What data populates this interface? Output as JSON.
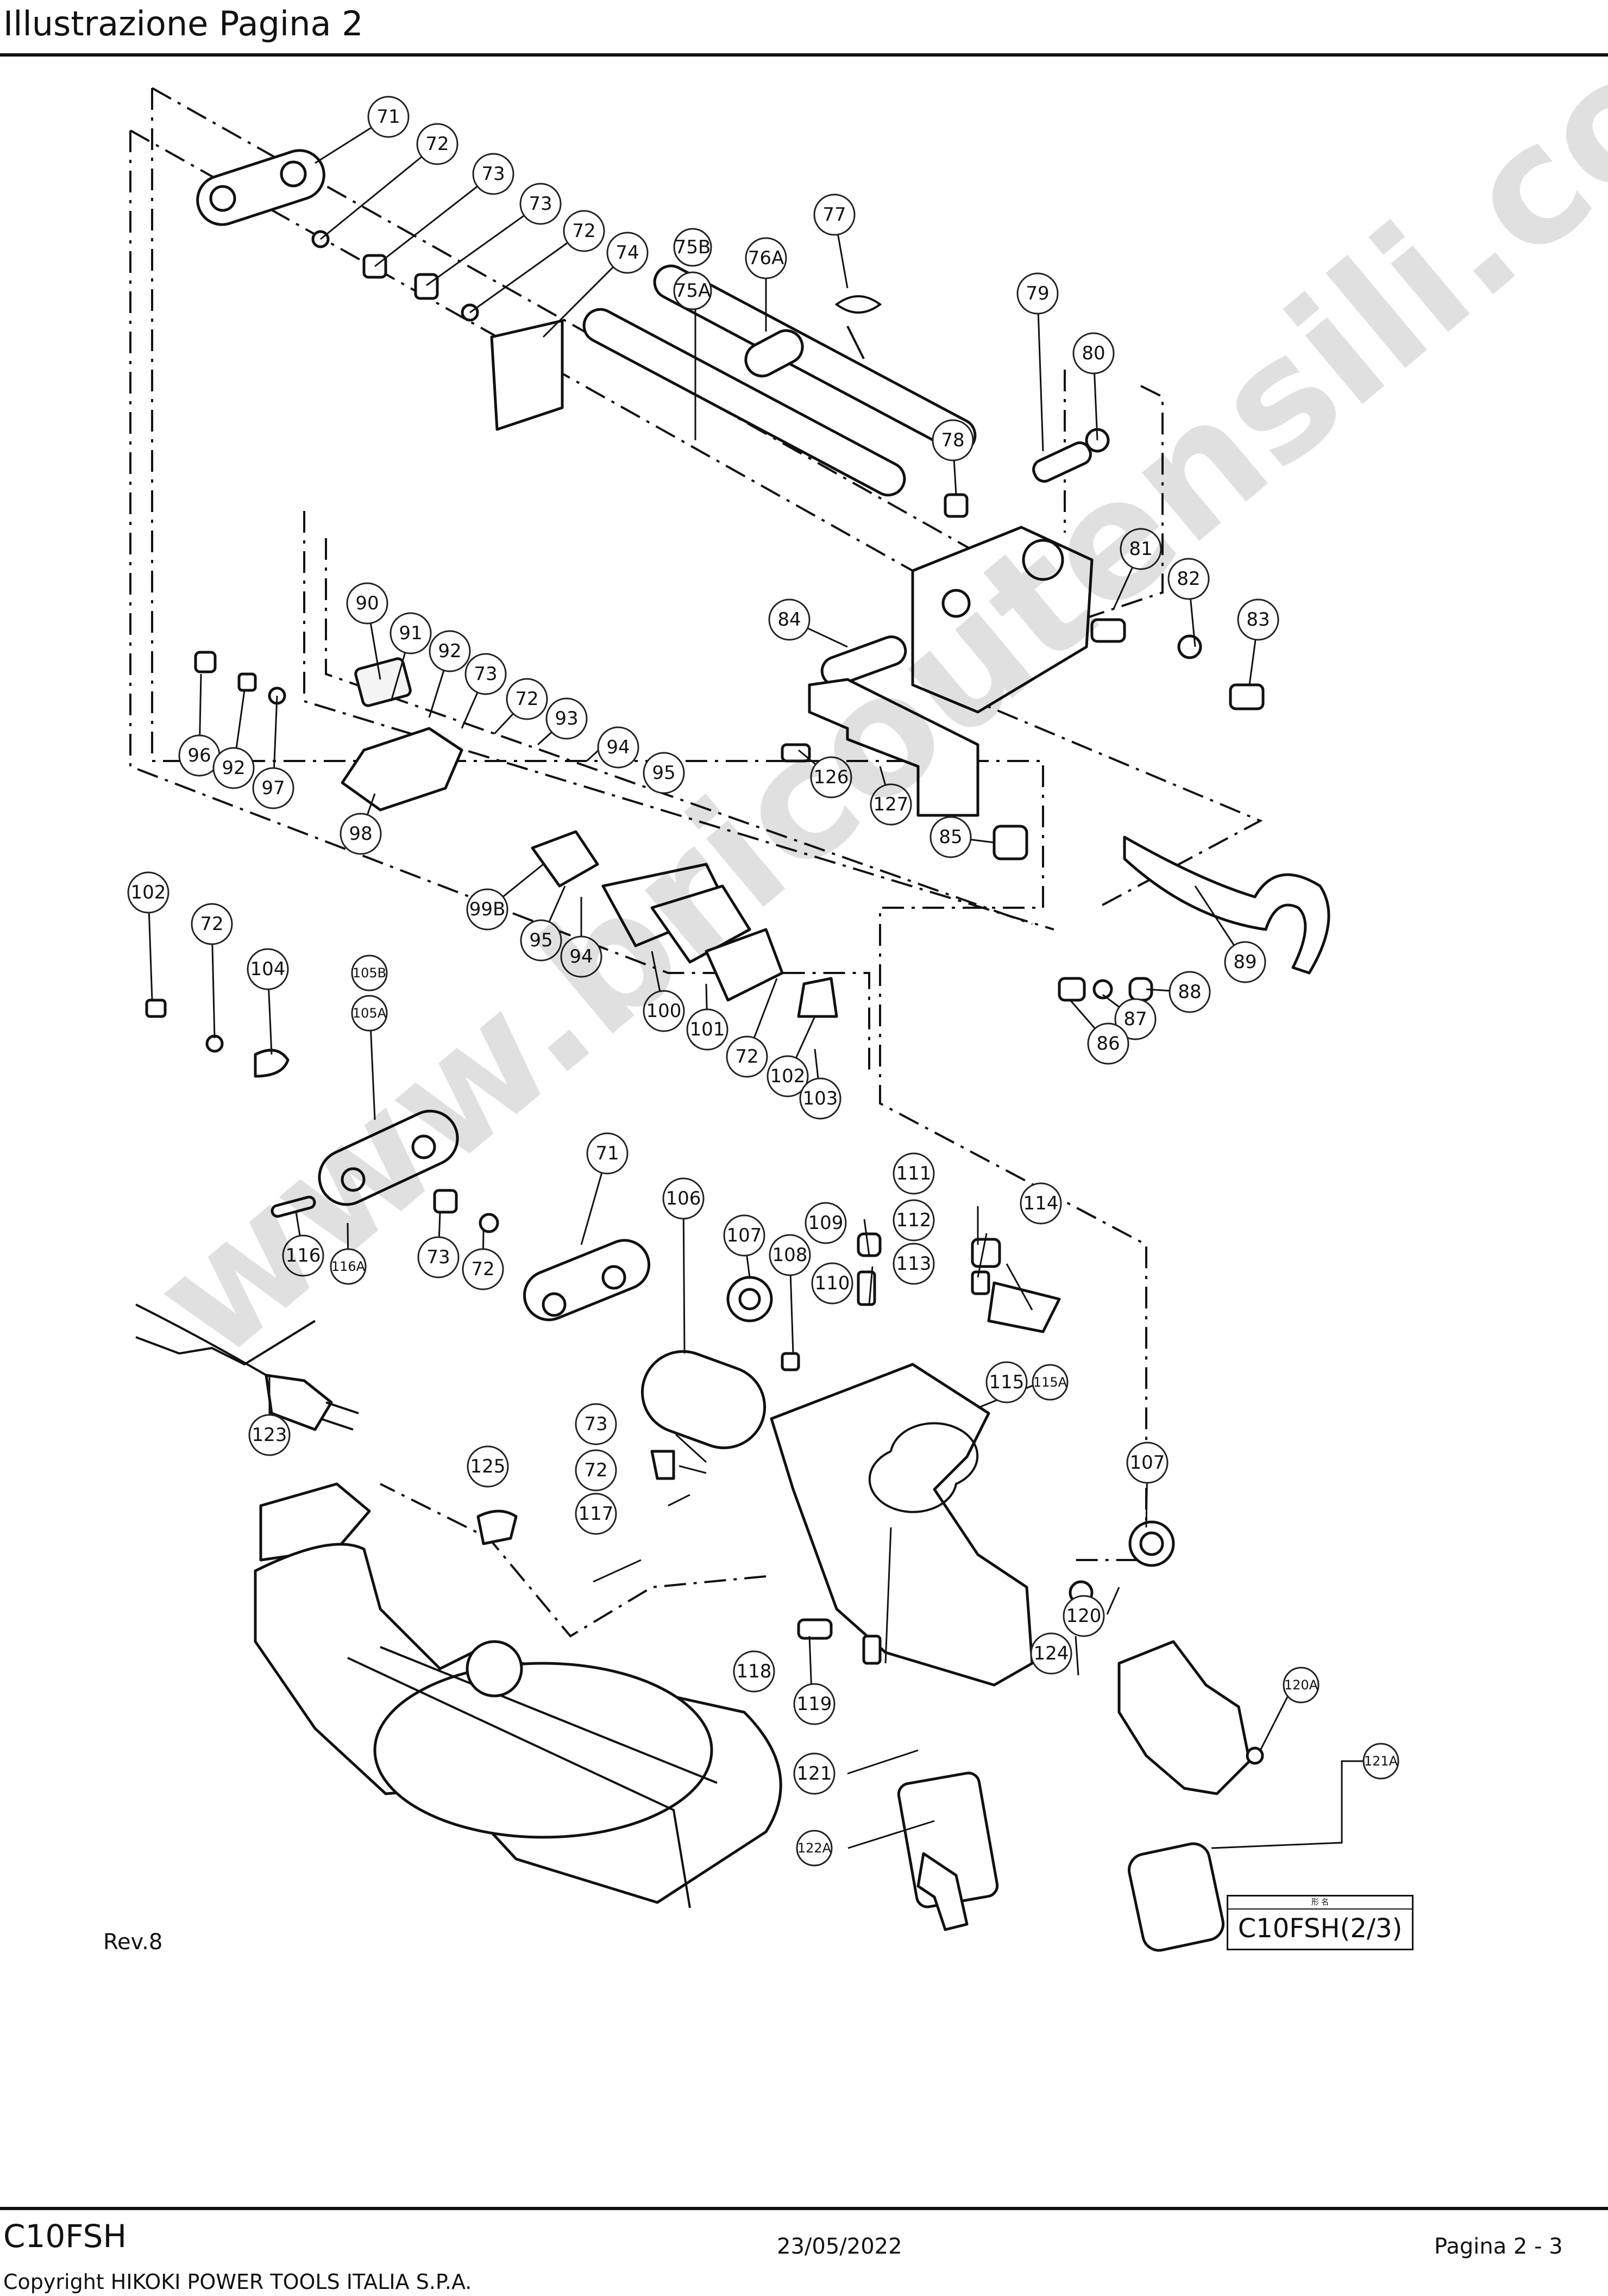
{
  "header": {
    "title": "Illustrazione  Pagina 2"
  },
  "diagram": {
    "revision": "Rev.8",
    "title_box": {
      "header": "形    名",
      "model": "C10FSH(2/3)"
    },
    "watermark": "www.bricoutensili.com",
    "callouts": [
      "71",
      "72",
      "73",
      "73",
      "72",
      "74",
      "75B",
      "75A",
      "76A",
      "77",
      "79",
      "80",
      "78",
      "81",
      "82",
      "83",
      "84",
      "126",
      "127",
      "85",
      "89",
      "88",
      "87",
      "86",
      "90",
      "91",
      "92",
      "73",
      "72",
      "93",
      "94",
      "95",
      "96",
      "92",
      "97",
      "98",
      "99B",
      "95",
      "94",
      "100",
      "101",
      "72",
      "102",
      "103",
      "102",
      "72",
      "104",
      "105B",
      "105A",
      "116",
      "116A",
      "73",
      "72",
      "71",
      "106",
      "107",
      "108",
      "109",
      "110",
      "111",
      "112",
      "113",
      "114",
      "115",
      "115A",
      "107",
      "123",
      "73",
      "72",
      "117",
      "125",
      "118",
      "119",
      "120",
      "124",
      "121",
      "122A",
      "120A",
      "121A"
    ]
  },
  "footer": {
    "model": "C10FSH",
    "date": "23/05/2022",
    "page": "Pagina 2 - 3",
    "copyright": "Copyright HIKOKI POWER TOOLS ITALIA S.P.A."
  }
}
